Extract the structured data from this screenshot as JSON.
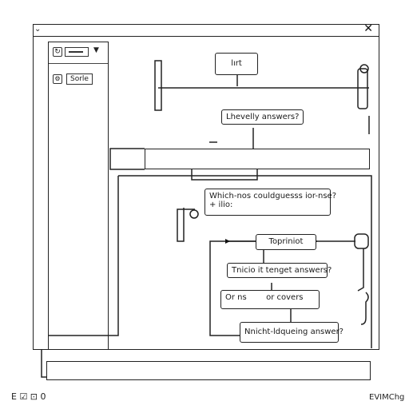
{
  "sidebar": {
    "row1_icon": "refresh-icon",
    "row1_dropdown": "▼",
    "row2_icon": "settings-icon",
    "row2_button": "Sorle"
  },
  "nodes": {
    "top": "lırt",
    "answers": "Lhevelly answers?",
    "question": "Which-nos couldguesss ior-nse?",
    "question_sub": "+ ilio:",
    "topic": "Topriniot",
    "target": "Tnicio it tenget answers?",
    "or_left": "Or ns",
    "or_right": "or covers",
    "which": "Nnicht-ldqueing answer?"
  },
  "titlebar": {
    "close_glyph": "✕"
  },
  "footer": {
    "left": "E ☑ ⊡ 0",
    "right": "EVIMChg"
  }
}
